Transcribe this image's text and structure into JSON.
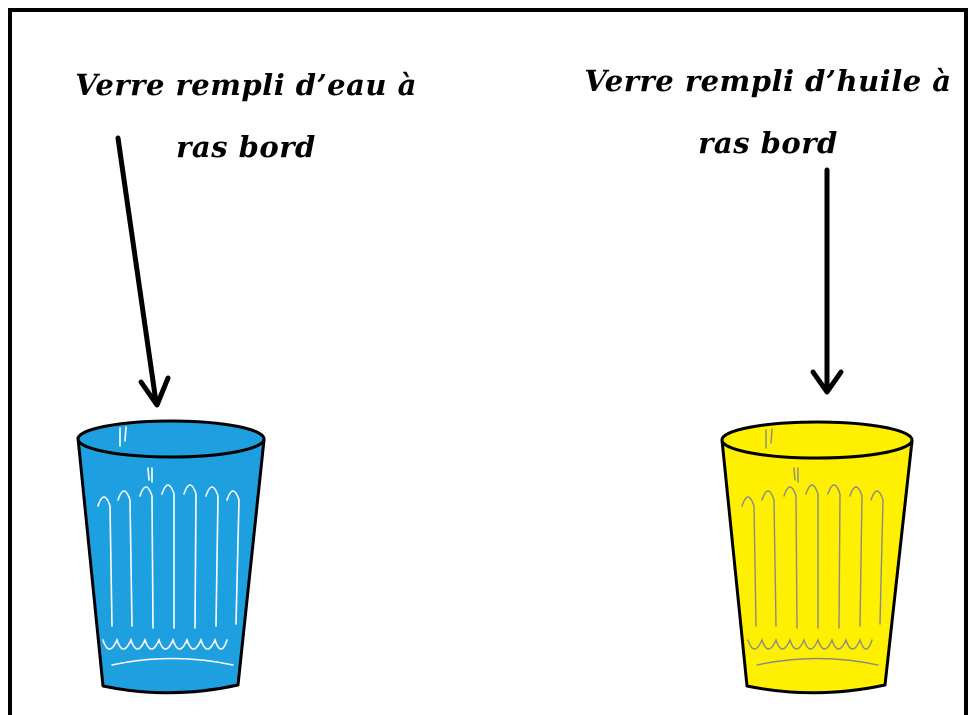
{
  "labels": {
    "water": {
      "line1": "Verre rempli d’eau à",
      "line2": "ras bord"
    },
    "oil": {
      "line1": "Verre rempli d’huile à",
      "line2": "ras bord"
    }
  },
  "colors": {
    "water_fill": "#1e9fe0",
    "oil_fill": "#ffef00",
    "outline": "#000000",
    "background": "#ffffff"
  },
  "icons": {
    "water_glass": "glass-icon",
    "oil_glass": "glass-icon",
    "arrow": "arrow-down-icon"
  }
}
